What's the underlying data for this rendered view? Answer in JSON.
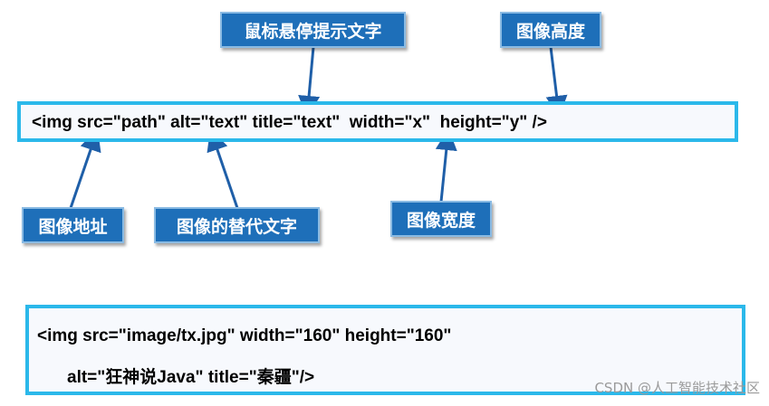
{
  "syntax": {
    "code": "<img src=\"path\" alt=\"text\" title=\"text\"  width=\"x\"  height=\"y\" />"
  },
  "labels": {
    "title_text": "鼠标悬停提示文字",
    "height": "图像高度",
    "src": "图像地址",
    "alt": "图像的替代文字",
    "width": "图像宽度"
  },
  "example": {
    "line1": "<img src=\"image/tx.jpg\" width=\"160\" height=\"160\"",
    "line2": "alt=\"狂神说Java\" title=\"秦疆\"/>"
  },
  "watermark": "CSDN @人工智能技术社区",
  "colors": {
    "box_border": "#2bb8ea",
    "label_bg": "#1e6fb9",
    "arrow": "#1f5fa8"
  }
}
